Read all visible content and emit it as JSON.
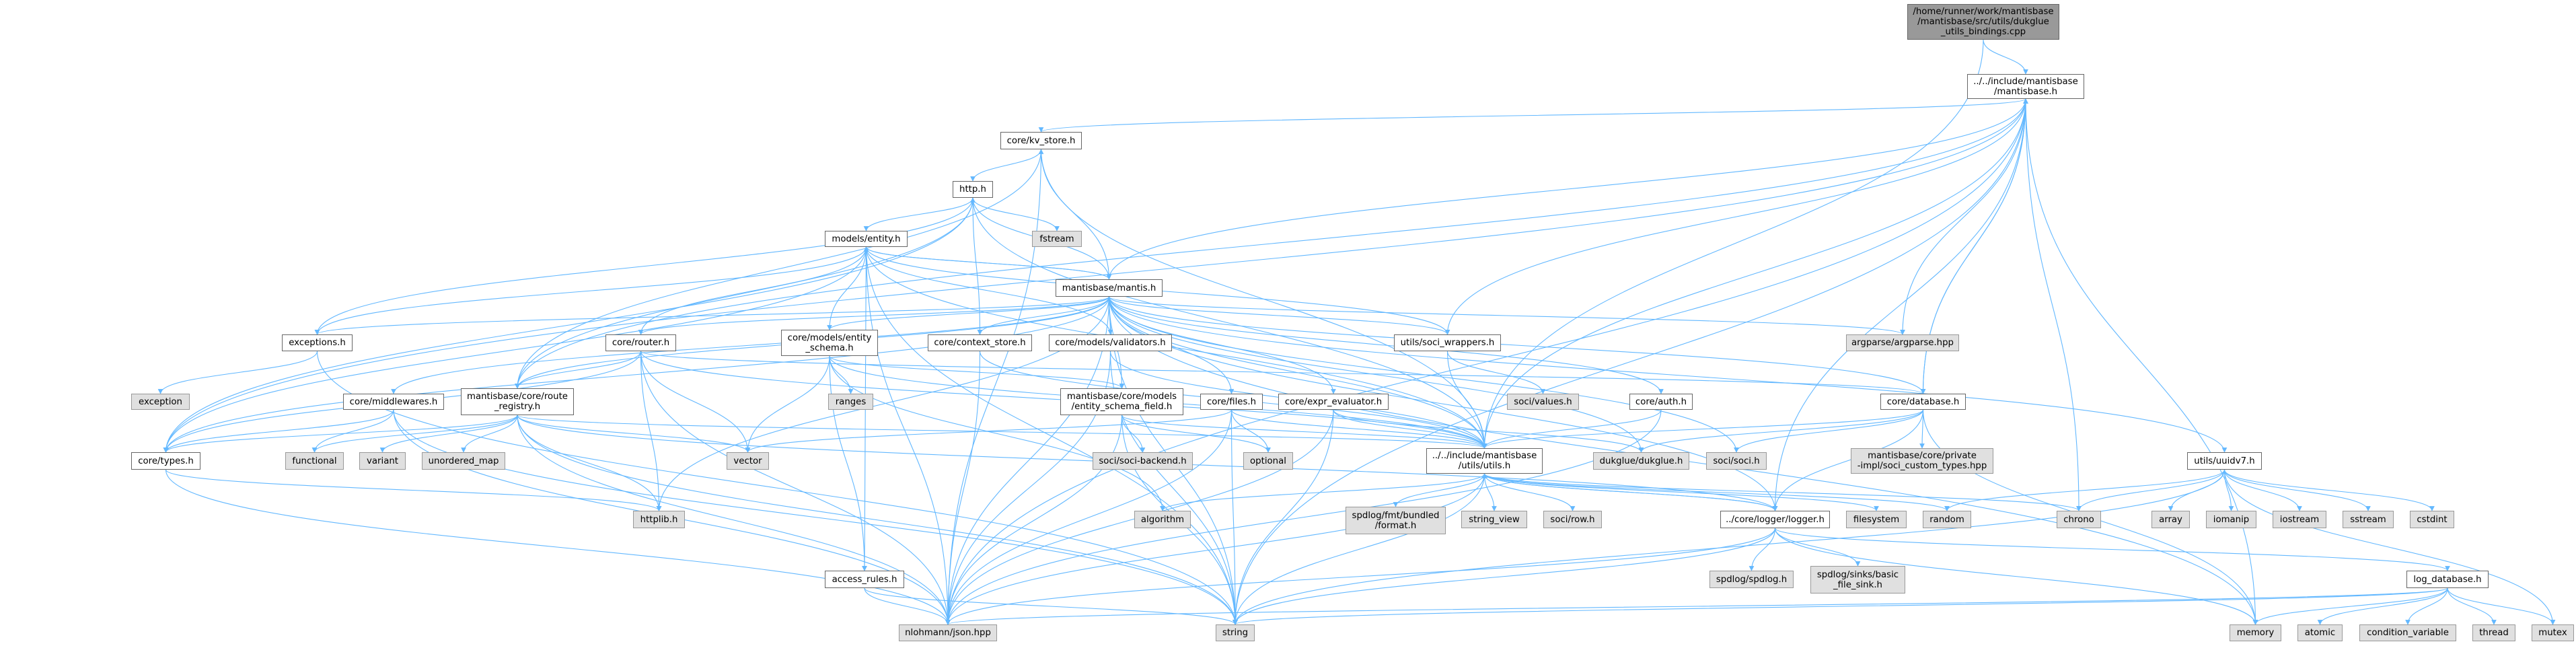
{
  "colors": {
    "edge": "#63b8ff",
    "node_border": "#666666",
    "system_fill": "#e0e0e0",
    "root_fill": "#999999"
  },
  "nodes": [
    {
      "id": "root",
      "kind": "root",
      "lines": [
        "/home/runner/work/mantisbase",
        "/mantisbase/src/utils/dukglue",
        "_utils_bindings.cpp"
      ]
    },
    {
      "id": "mantisbase_h",
      "kind": "file",
      "lines": [
        "../../include/mantisbase",
        "/mantisbase.h"
      ]
    },
    {
      "id": "kv_store",
      "kind": "file",
      "lines": [
        "core/kv_store.h"
      ]
    },
    {
      "id": "http",
      "kind": "file",
      "lines": [
        "http.h"
      ]
    },
    {
      "id": "fstream",
      "kind": "sys",
      "lines": [
        "fstream"
      ]
    },
    {
      "id": "entity",
      "kind": "file",
      "lines": [
        "models/entity.h"
      ]
    },
    {
      "id": "mantis",
      "kind": "file",
      "lines": [
        "mantisbase/mantis.h"
      ]
    },
    {
      "id": "exceptions",
      "kind": "file",
      "lines": [
        "exceptions.h"
      ]
    },
    {
      "id": "router",
      "kind": "file",
      "lines": [
        "core/router.h"
      ]
    },
    {
      "id": "entity_schema",
      "kind": "file",
      "lines": [
        "core/models/entity",
        "_schema.h"
      ]
    },
    {
      "id": "context_store",
      "kind": "file",
      "lines": [
        "core/context_store.h"
      ]
    },
    {
      "id": "validators",
      "kind": "file",
      "lines": [
        "core/models/validators.h"
      ]
    },
    {
      "id": "soci_wrappers",
      "kind": "file",
      "lines": [
        "utils/soci_wrappers.h"
      ]
    },
    {
      "id": "argparse",
      "kind": "sys",
      "lines": [
        "argparse/argparse.hpp"
      ]
    },
    {
      "id": "exception",
      "kind": "sys",
      "lines": [
        "exception"
      ]
    },
    {
      "id": "middlewares",
      "kind": "file",
      "lines": [
        "core/middlewares.h"
      ]
    },
    {
      "id": "route_registry",
      "kind": "file",
      "lines": [
        "mantisbase/core/route",
        "_registry.h"
      ]
    },
    {
      "id": "ranges",
      "kind": "sys",
      "lines": [
        "ranges"
      ]
    },
    {
      "id": "schema_field",
      "kind": "file",
      "lines": [
        "mantisbase/core/models",
        "/entity_schema_field.h"
      ]
    },
    {
      "id": "files",
      "kind": "file",
      "lines": [
        "core/files.h"
      ]
    },
    {
      "id": "expr_evaluator",
      "kind": "file",
      "lines": [
        "core/expr_evaluator.h"
      ]
    },
    {
      "id": "soci_values",
      "kind": "sys",
      "lines": [
        "soci/values.h"
      ]
    },
    {
      "id": "auth",
      "kind": "file",
      "lines": [
        "core/auth.h"
      ]
    },
    {
      "id": "database",
      "kind": "file",
      "lines": [
        "core/database.h"
      ]
    },
    {
      "id": "types",
      "kind": "file",
      "lines": [
        "core/types.h"
      ]
    },
    {
      "id": "functional",
      "kind": "sys",
      "lines": [
        "functional"
      ]
    },
    {
      "id": "variant",
      "kind": "sys",
      "lines": [
        "variant"
      ]
    },
    {
      "id": "unordered_map",
      "kind": "sys",
      "lines": [
        "unordered_map"
      ]
    },
    {
      "id": "vector",
      "kind": "sys",
      "lines": [
        "vector"
      ]
    },
    {
      "id": "soci_backend",
      "kind": "sys",
      "lines": [
        "soci/soci-backend.h"
      ]
    },
    {
      "id": "optional",
      "kind": "sys",
      "lines": [
        "optional"
      ]
    },
    {
      "id": "utils",
      "kind": "file",
      "lines": [
        "../../include/mantisbase",
        "/utils/utils.h"
      ]
    },
    {
      "id": "dukglue",
      "kind": "sys",
      "lines": [
        "dukglue/dukglue.h"
      ]
    },
    {
      "id": "soci",
      "kind": "sys",
      "lines": [
        "soci/soci.h"
      ]
    },
    {
      "id": "soci_custom",
      "kind": "sys",
      "lines": [
        "mantisbase/core/private",
        "-impl/soci_custom_types.hpp"
      ]
    },
    {
      "id": "uuidv7",
      "kind": "file",
      "lines": [
        "utils/uuidv7.h"
      ]
    },
    {
      "id": "httplib",
      "kind": "sys",
      "lines": [
        "httplib.h"
      ]
    },
    {
      "id": "algorithm",
      "kind": "sys",
      "lines": [
        "algorithm"
      ]
    },
    {
      "id": "fmt_format",
      "kind": "sys",
      "lines": [
        "spdlog/fmt/bundled",
        "/format.h"
      ]
    },
    {
      "id": "string_view",
      "kind": "sys",
      "lines": [
        "string_view"
      ]
    },
    {
      "id": "soci_row",
      "kind": "sys",
      "lines": [
        "soci/row.h"
      ]
    },
    {
      "id": "logger",
      "kind": "file",
      "lines": [
        "../core/logger/logger.h"
      ]
    },
    {
      "id": "filesystem",
      "kind": "sys",
      "lines": [
        "filesystem"
      ]
    },
    {
      "id": "random",
      "kind": "sys",
      "lines": [
        "random"
      ]
    },
    {
      "id": "chrono",
      "kind": "sys",
      "lines": [
        "chrono"
      ]
    },
    {
      "id": "array",
      "kind": "sys",
      "lines": [
        "array"
      ]
    },
    {
      "id": "iomanip",
      "kind": "sys",
      "lines": [
        "iomanip"
      ]
    },
    {
      "id": "iostream",
      "kind": "sys",
      "lines": [
        "iostream"
      ]
    },
    {
      "id": "sstream",
      "kind": "sys",
      "lines": [
        "sstream"
      ]
    },
    {
      "id": "cstdint",
      "kind": "sys",
      "lines": [
        "cstdint"
      ]
    },
    {
      "id": "access_rules",
      "kind": "file",
      "lines": [
        "access_rules.h"
      ]
    },
    {
      "id": "spdlog",
      "kind": "sys",
      "lines": [
        "spdlog/spdlog.h"
      ]
    },
    {
      "id": "sinks",
      "kind": "sys",
      "lines": [
        "spdlog/sinks/basic",
        "_file_sink.h"
      ]
    },
    {
      "id": "log_database",
      "kind": "file",
      "lines": [
        "log_database.h"
      ]
    },
    {
      "id": "json",
      "kind": "sys",
      "lines": [
        "nlohmann/json.hpp"
      ]
    },
    {
      "id": "string",
      "kind": "sys",
      "lines": [
        "string"
      ]
    },
    {
      "id": "memory",
      "kind": "sys",
      "lines": [
        "memory"
      ]
    },
    {
      "id": "atomic",
      "kind": "sys",
      "lines": [
        "atomic"
      ]
    },
    {
      "id": "condition_variable",
      "kind": "sys",
      "lines": [
        "condition_variable"
      ]
    },
    {
      "id": "thread",
      "kind": "sys",
      "lines": [
        "thread"
      ]
    },
    {
      "id": "mutex",
      "kind": "sys",
      "lines": [
        "mutex"
      ]
    }
  ],
  "edges": [
    [
      "root",
      "mantisbase_h"
    ],
    [
      "root",
      "utils"
    ],
    [
      "mantisbase_h",
      "kv_store"
    ],
    [
      "mantisbase_h",
      "types"
    ],
    [
      "mantisbase_h",
      "route_registry"
    ],
    [
      "mantisbase_h",
      "json"
    ],
    [
      "mantisbase_h",
      "string"
    ],
    [
      "mantisbase_h",
      "argparse"
    ],
    [
      "mantisbase_h",
      "utils"
    ],
    [
      "mantisbase_h",
      "database"
    ],
    [
      "mantisbase_h",
      "logger"
    ],
    [
      "mantisbase_h",
      "chrono"
    ],
    [
      "mantisbase_h",
      "memory"
    ],
    [
      "kv_store",
      "http"
    ],
    [
      "kv_store",
      "json"
    ],
    [
      "kv_store",
      "route_registry"
    ],
    [
      "kv_store",
      "utils"
    ],
    [
      "http",
      "entity"
    ],
    [
      "http",
      "fstream"
    ],
    [
      "http",
      "context_store"
    ],
    [
      "http",
      "exceptions"
    ],
    [
      "http",
      "types"
    ],
    [
      "http",
      "route_registry"
    ],
    [
      "http",
      "utils"
    ],
    [
      "mantis",
      "kv_store"
    ],
    [
      "mantis",
      "http"
    ],
    [
      "mantis",
      "entity"
    ],
    [
      "mantis",
      "mantisbase_h"
    ],
    [
      "mantis",
      "exceptions"
    ],
    [
      "mantis",
      "router"
    ],
    [
      "mantis",
      "middlewares"
    ],
    [
      "mantis",
      "route_registry"
    ],
    [
      "mantis",
      "types"
    ],
    [
      "mantis",
      "httplib"
    ],
    [
      "mantis",
      "entity_schema"
    ],
    [
      "mantis",
      "context_store"
    ],
    [
      "mantis",
      "validators"
    ],
    [
      "mantis",
      "schema_field"
    ],
    [
      "mantis",
      "files"
    ],
    [
      "mantis",
      "expr_evaluator"
    ],
    [
      "mantis",
      "soci_wrappers"
    ],
    [
      "mantis",
      "auth"
    ],
    [
      "mantis",
      "database"
    ],
    [
      "mantis",
      "argparse"
    ],
    [
      "mantis",
      "utils"
    ],
    [
      "mantis",
      "logger"
    ],
    [
      "mantis",
      "uuidv7"
    ],
    [
      "mantis",
      "soci"
    ],
    [
      "mantis",
      "dukglue"
    ],
    [
      "mantis",
      "json"
    ],
    [
      "mantis",
      "string"
    ],
    [
      "mantis",
      "memory"
    ],
    [
      "entity",
      "mantis"
    ],
    [
      "entity",
      "access_rules"
    ],
    [
      "entity",
      "json"
    ],
    [
      "entity",
      "string"
    ],
    [
      "entity",
      "exceptions"
    ],
    [
      "entity",
      "types"
    ],
    [
      "entity",
      "soci_wrappers"
    ],
    [
      "entity",
      "utils"
    ],
    [
      "entity_schema",
      "entity"
    ],
    [
      "entity_schema",
      "ranges"
    ],
    [
      "entity_schema",
      "vector"
    ],
    [
      "entity_schema",
      "access_rules"
    ],
    [
      "entity_schema",
      "algorithm"
    ],
    [
      "entity_schema",
      "schema_field"
    ],
    [
      "entity_schema",
      "utils"
    ],
    [
      "validators",
      "entity"
    ],
    [
      "validators",
      "json"
    ],
    [
      "validators",
      "string"
    ],
    [
      "validators",
      "utils"
    ],
    [
      "context_store",
      "json"
    ],
    [
      "context_store",
      "utils"
    ],
    [
      "router",
      "route_registry"
    ],
    [
      "router",
      "types"
    ],
    [
      "router",
      "httplib"
    ],
    [
      "router",
      "vector"
    ],
    [
      "router",
      "entity"
    ],
    [
      "router",
      "json"
    ],
    [
      "router",
      "utils"
    ],
    [
      "router",
      "database"
    ],
    [
      "route_registry",
      "types"
    ],
    [
      "route_registry",
      "functional"
    ],
    [
      "route_registry",
      "variant"
    ],
    [
      "route_registry",
      "unordered_map"
    ],
    [
      "route_registry",
      "httplib"
    ],
    [
      "route_registry",
      "vector"
    ],
    [
      "route_registry",
      "json"
    ],
    [
      "route_registry",
      "string"
    ],
    [
      "route_registry",
      "utils"
    ],
    [
      "route_registry",
      "logger"
    ],
    [
      "middlewares",
      "types"
    ],
    [
      "middlewares",
      "functional"
    ],
    [
      "middlewares",
      "json"
    ],
    [
      "middlewares",
      "string"
    ],
    [
      "exceptions",
      "exception"
    ],
    [
      "exceptions",
      "string"
    ],
    [
      "types",
      "httplib"
    ],
    [
      "types",
      "json"
    ],
    [
      "schema_field",
      "soci_backend"
    ],
    [
      "schema_field",
      "optional"
    ],
    [
      "schema_field",
      "json"
    ],
    [
      "schema_field",
      "string"
    ],
    [
      "schema_field",
      "utils"
    ],
    [
      "files",
      "optional"
    ],
    [
      "files",
      "string"
    ],
    [
      "files",
      "vector"
    ],
    [
      "files",
      "utils"
    ],
    [
      "files",
      "json"
    ],
    [
      "expr_evaluator",
      "utils"
    ],
    [
      "expr_evaluator",
      "dukglue"
    ],
    [
      "expr_evaluator",
      "json"
    ],
    [
      "expr_evaluator",
      "string"
    ],
    [
      "access_rules",
      "json"
    ],
    [
      "access_rules",
      "string"
    ],
    [
      "soci_wrappers",
      "soci_values"
    ],
    [
      "soci_wrappers",
      "utils"
    ],
    [
      "soci_wrappers",
      "mantisbase_h"
    ],
    [
      "auth",
      "utils"
    ],
    [
      "auth",
      "json"
    ],
    [
      "database",
      "soci_custom"
    ],
    [
      "database",
      "soci"
    ],
    [
      "database",
      "utils"
    ],
    [
      "database",
      "dukglue"
    ],
    [
      "database",
      "logger"
    ],
    [
      "database",
      "memory"
    ],
    [
      "database",
      "mantisbase_h"
    ],
    [
      "utils",
      "fmt_format"
    ],
    [
      "utils",
      "string_view"
    ],
    [
      "utils",
      "soci_row"
    ],
    [
      "utils",
      "logger"
    ],
    [
      "utils",
      "filesystem"
    ],
    [
      "utils",
      "random"
    ],
    [
      "utils",
      "algorithm"
    ],
    [
      "utils",
      "json"
    ],
    [
      "utils",
      "string"
    ],
    [
      "utils",
      "chrono"
    ],
    [
      "logger",
      "spdlog"
    ],
    [
      "logger",
      "sinks"
    ],
    [
      "logger",
      "log_database"
    ],
    [
      "logger",
      "utils"
    ],
    [
      "logger",
      "json"
    ],
    [
      "logger",
      "string"
    ],
    [
      "logger",
      "memory"
    ],
    [
      "uuidv7",
      "random"
    ],
    [
      "uuidv7",
      "chrono"
    ],
    [
      "uuidv7",
      "array"
    ],
    [
      "uuidv7",
      "iomanip"
    ],
    [
      "uuidv7",
      "iostream"
    ],
    [
      "uuidv7",
      "sstream"
    ],
    [
      "uuidv7",
      "cstdint"
    ],
    [
      "uuidv7",
      "mutex"
    ],
    [
      "uuidv7",
      "string"
    ],
    [
      "log_database",
      "memory"
    ],
    [
      "log_database",
      "atomic"
    ],
    [
      "log_database",
      "condition_variable"
    ],
    [
      "log_database",
      "thread"
    ],
    [
      "log_database",
      "mutex"
    ],
    [
      "log_database",
      "json"
    ],
    [
      "log_database",
      "string"
    ]
  ]
}
